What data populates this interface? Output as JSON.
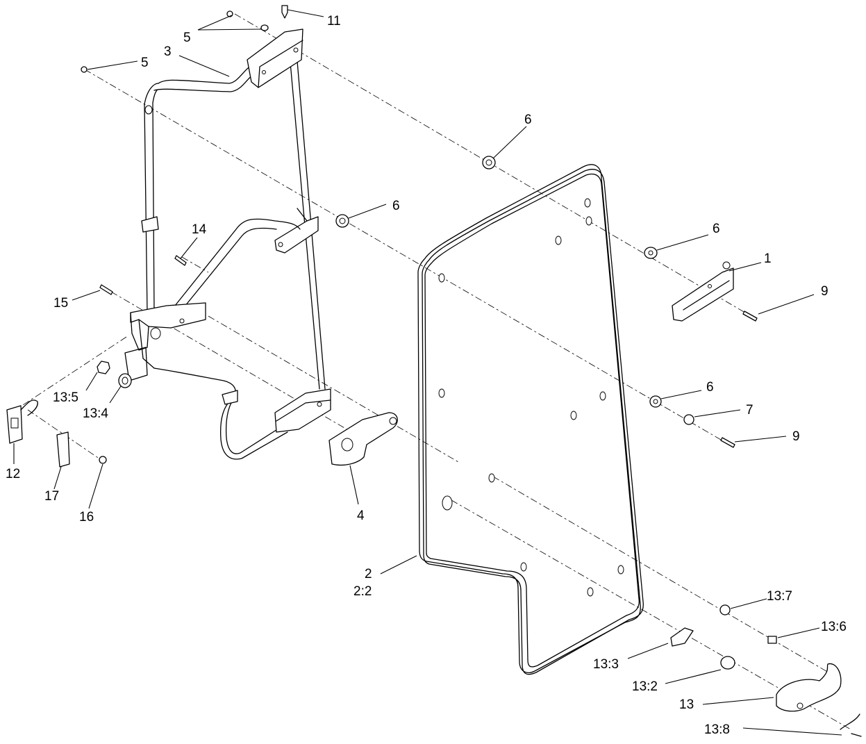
{
  "diagram": {
    "type": "exploded-parts-diagram",
    "callouts": [
      {
        "id": "c-5a",
        "label": "5"
      },
      {
        "id": "c-11",
        "label": "11"
      },
      {
        "id": "c-3",
        "label": "3"
      },
      {
        "id": "c-5b",
        "label": "5"
      },
      {
        "id": "c-6a",
        "label": "6"
      },
      {
        "id": "c-6b",
        "label": "6"
      },
      {
        "id": "c-6c",
        "label": "6"
      },
      {
        "id": "c-1",
        "label": "1"
      },
      {
        "id": "c-9a",
        "label": "9"
      },
      {
        "id": "c-14",
        "label": "14"
      },
      {
        "id": "c-15",
        "label": "15"
      },
      {
        "id": "c-6d",
        "label": "6"
      },
      {
        "id": "c-7",
        "label": "7"
      },
      {
        "id": "c-9b",
        "label": "9"
      },
      {
        "id": "c-13-5",
        "label": "13:5"
      },
      {
        "id": "c-13-4",
        "label": "13:4"
      },
      {
        "id": "c-12",
        "label": "12"
      },
      {
        "id": "c-17",
        "label": "17"
      },
      {
        "id": "c-16",
        "label": "16"
      },
      {
        "id": "c-4",
        "label": "4"
      },
      {
        "id": "c-2",
        "label": "2"
      },
      {
        "id": "c-2-2",
        "label": "2:2"
      },
      {
        "id": "c-13-7",
        "label": "13:7"
      },
      {
        "id": "c-13-6",
        "label": "13:6"
      },
      {
        "id": "c-13-3",
        "label": "13:3"
      },
      {
        "id": "c-13-2",
        "label": "13:2"
      },
      {
        "id": "c-13",
        "label": "13"
      },
      {
        "id": "c-13-8",
        "label": "13:8"
      }
    ]
  }
}
